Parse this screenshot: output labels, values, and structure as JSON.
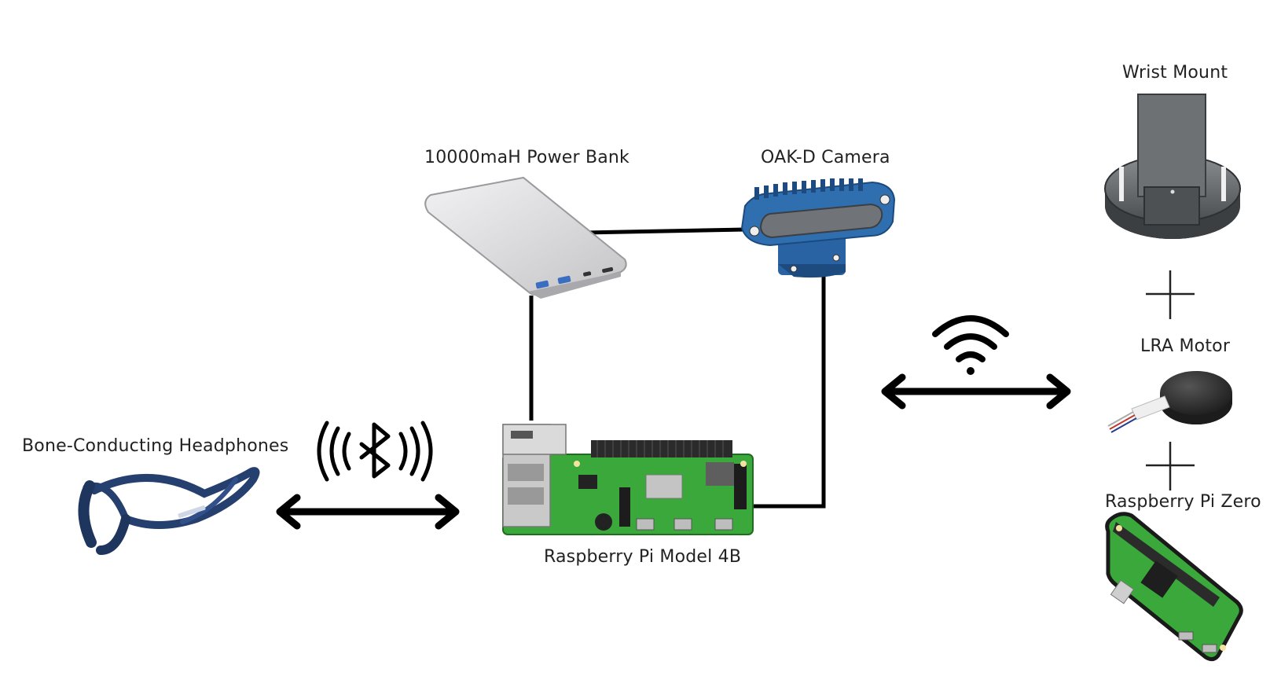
{
  "labels": {
    "power_bank": "10000maH Power Bank",
    "camera": "OAK-D Camera",
    "wrist_mount": "Wrist Mount",
    "lra_motor": "LRA Motor",
    "headphones": "Bone-Conducting Headphones",
    "rpi4": "Raspberry Pi Model 4B",
    "rpi_zero": "Raspberry Pi Zero"
  },
  "icons": {
    "bluetooth": "bluetooth-icon",
    "wifi": "wifi-icon",
    "plus": "plus-icon"
  },
  "colors": {
    "pcb_green": "#3aa83a",
    "camera_blue": "#2f6fb0",
    "headphone_blue": "#25406f",
    "power_bank_silver": "#d6d6d8",
    "mount_gray": "#5a5d60",
    "motor_black": "#2a2a2a",
    "wire": "#000000"
  }
}
